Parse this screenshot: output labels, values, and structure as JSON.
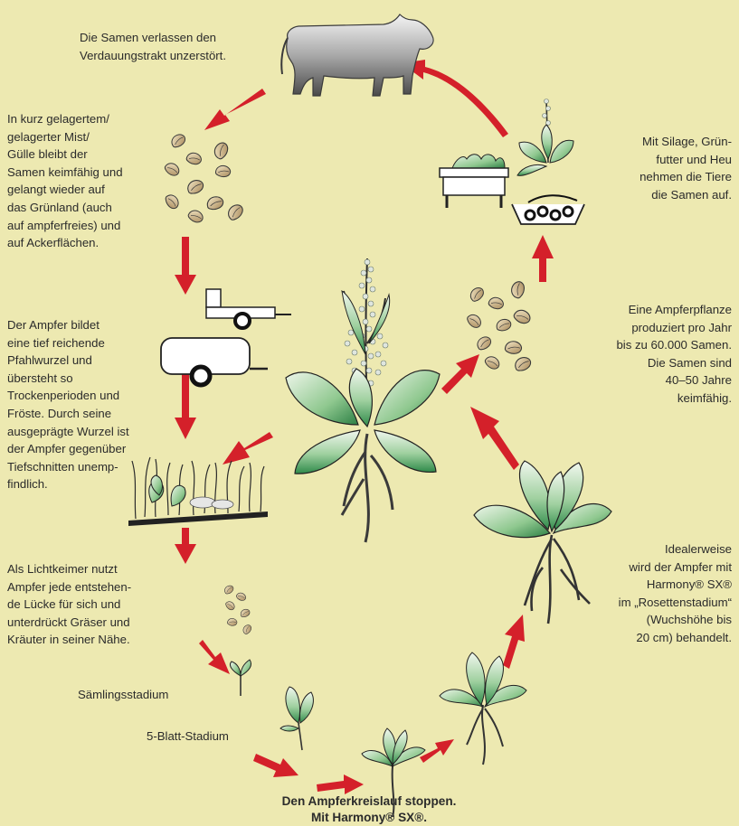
{
  "texts": {
    "cow_caption": "Die Samen verlassen den\nVerdauungstrakt unzerstört.",
    "manure_caption": "In kurz gelagertem/\ngelagerter Mist/\nGülle bleibt der\nSamen keimfähig und\ngelangt wieder auf\ndas Grünland (auch\nauf ampferfreies) und\nauf Ackerflächen.",
    "root_caption": "Der Ampfer bildet\neine tief reichende\nPfahlwurzel und\nübersteht so\nTrockenperioden und\nFröste. Durch seine\nausgeprägte Wurzel ist\nder Ampfer gegenüber\nTiefschnitten unemp-\nfindlich.",
    "light_caption": "Als Lichtkeimer nutzt\nAmpfer jede entstehen-\nde Lücke für sich und\nunterdrückt Gräser und\nKräuter in seiner Nähe.",
    "seedling_label": "Sämlingsstadium",
    "five_leaf_label": "5-Blatt-Stadium",
    "silage_caption": "Mit Silage, Grün-\nfutter und Heu\nnehmen die Tiere\ndie Samen auf.",
    "seeds_caption": "Eine Ampferpflanze\nproduziert pro Jahr\nbis zu 60.000 Samen.\nDie Samen sind\n40–50 Jahre\nkeimfähig.",
    "rosette_caption": "Idealerweise\nwird der Ampfer mit\nHarmony® SX®\nim „Rosettenstadium“\n(Wuchshöhe bis\n20 cm) behandelt.",
    "footer_line1": "Den Ampferkreislauf stoppen.",
    "footer_line2": "Mit Harmony® SX®."
  },
  "colors": {
    "background": "#ede9b1",
    "arrow": "#d4202a",
    "leaf_light": "#e9f3e5",
    "leaf_dark": "#2f8a4a",
    "seed": "#c9b07a",
    "root": "#4a4a4a",
    "cow": "#8a8a8a"
  },
  "icons": [
    "cow-icon",
    "seed-cluster-icon",
    "trailer-icon",
    "tank-trailer-icon",
    "grass-field-icon",
    "feeding-rack-icon",
    "hay-bale-icon",
    "dock-plant-icon",
    "seedling-icon",
    "rosette-icon"
  ]
}
